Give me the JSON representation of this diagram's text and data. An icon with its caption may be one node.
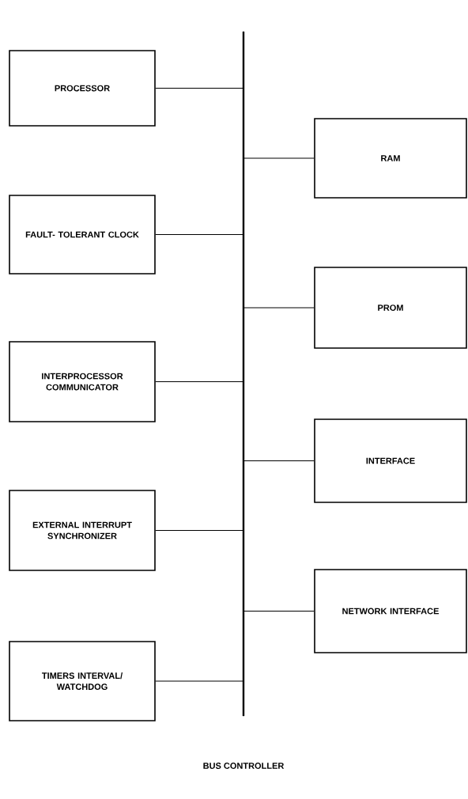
{
  "diagram": {
    "caption": "BUS CONTROLLER",
    "nodes": [
      {
        "text": [],
        "shape": "bar"
      },
      {
        "text": [
          "PROCESSOR"
        ]
      },
      {
        "text": [
          "RAM"
        ]
      },
      {
        "text": [
          "FAULT- TOLERANT CLOCK"
        ]
      },
      {
        "text": [
          "PROM"
        ]
      },
      {
        "text": [
          "INTERPROCESSOR COMMUNICATOR"
        ]
      },
      {
        "text": [
          "INTERFACE"
        ]
      },
      {
        "text": [
          "EXTERNAL INTERRUPT SYNCHRONIZER"
        ]
      },
      {
        "text": [
          "NETWORK INTERFACE"
        ]
      },
      {
        "text": [
          "TIMERS INTERVAL/ WATCHDOG"
        ]
      }
    ],
    "edges": [
      {
        "from": 1,
        "to": 0,
        "arrow": "none"
      },
      {
        "from": 2,
        "to": 0,
        "arrow": "none"
      },
      {
        "from": 3,
        "to": 0,
        "arrow": "none"
      },
      {
        "from": 4,
        "to": 0,
        "arrow": "none"
      },
      {
        "from": 5,
        "to": 0,
        "arrow": "none"
      },
      {
        "from": 6,
        "to": 0,
        "arrow": "none"
      },
      {
        "from": 7,
        "to": 0,
        "arrow": "none"
      },
      {
        "from": 8,
        "to": 0,
        "arrow": "none"
      },
      {
        "from": 9,
        "to": 0,
        "arrow": "none"
      }
    ]
  }
}
